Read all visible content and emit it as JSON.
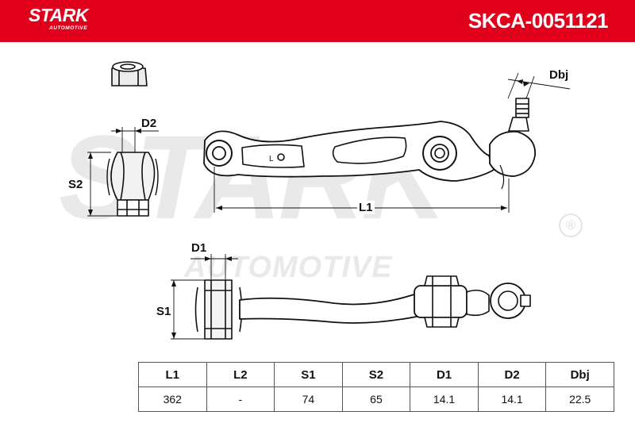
{
  "header": {
    "brand_name": "STARK",
    "brand_sub": "AUTOMOTIVE",
    "part_number": "SKCA-0051121",
    "color": "#e0001b"
  },
  "watermark": {
    "main": "STARK",
    "sub": "AUTOMOTIVE",
    "registered": "®"
  },
  "dimension_labels": {
    "dbj": "Dbj",
    "d2": "D2",
    "s2": "S2",
    "l1": "L1",
    "d1": "D1",
    "s1": "S1"
  },
  "spec_table": {
    "headers": [
      "L1",
      "L2",
      "S1",
      "S2",
      "D1",
      "D2",
      "Dbj"
    ],
    "values": [
      "362",
      "-",
      "74",
      "65",
      "14.1",
      "14.1",
      "22.5"
    ]
  }
}
